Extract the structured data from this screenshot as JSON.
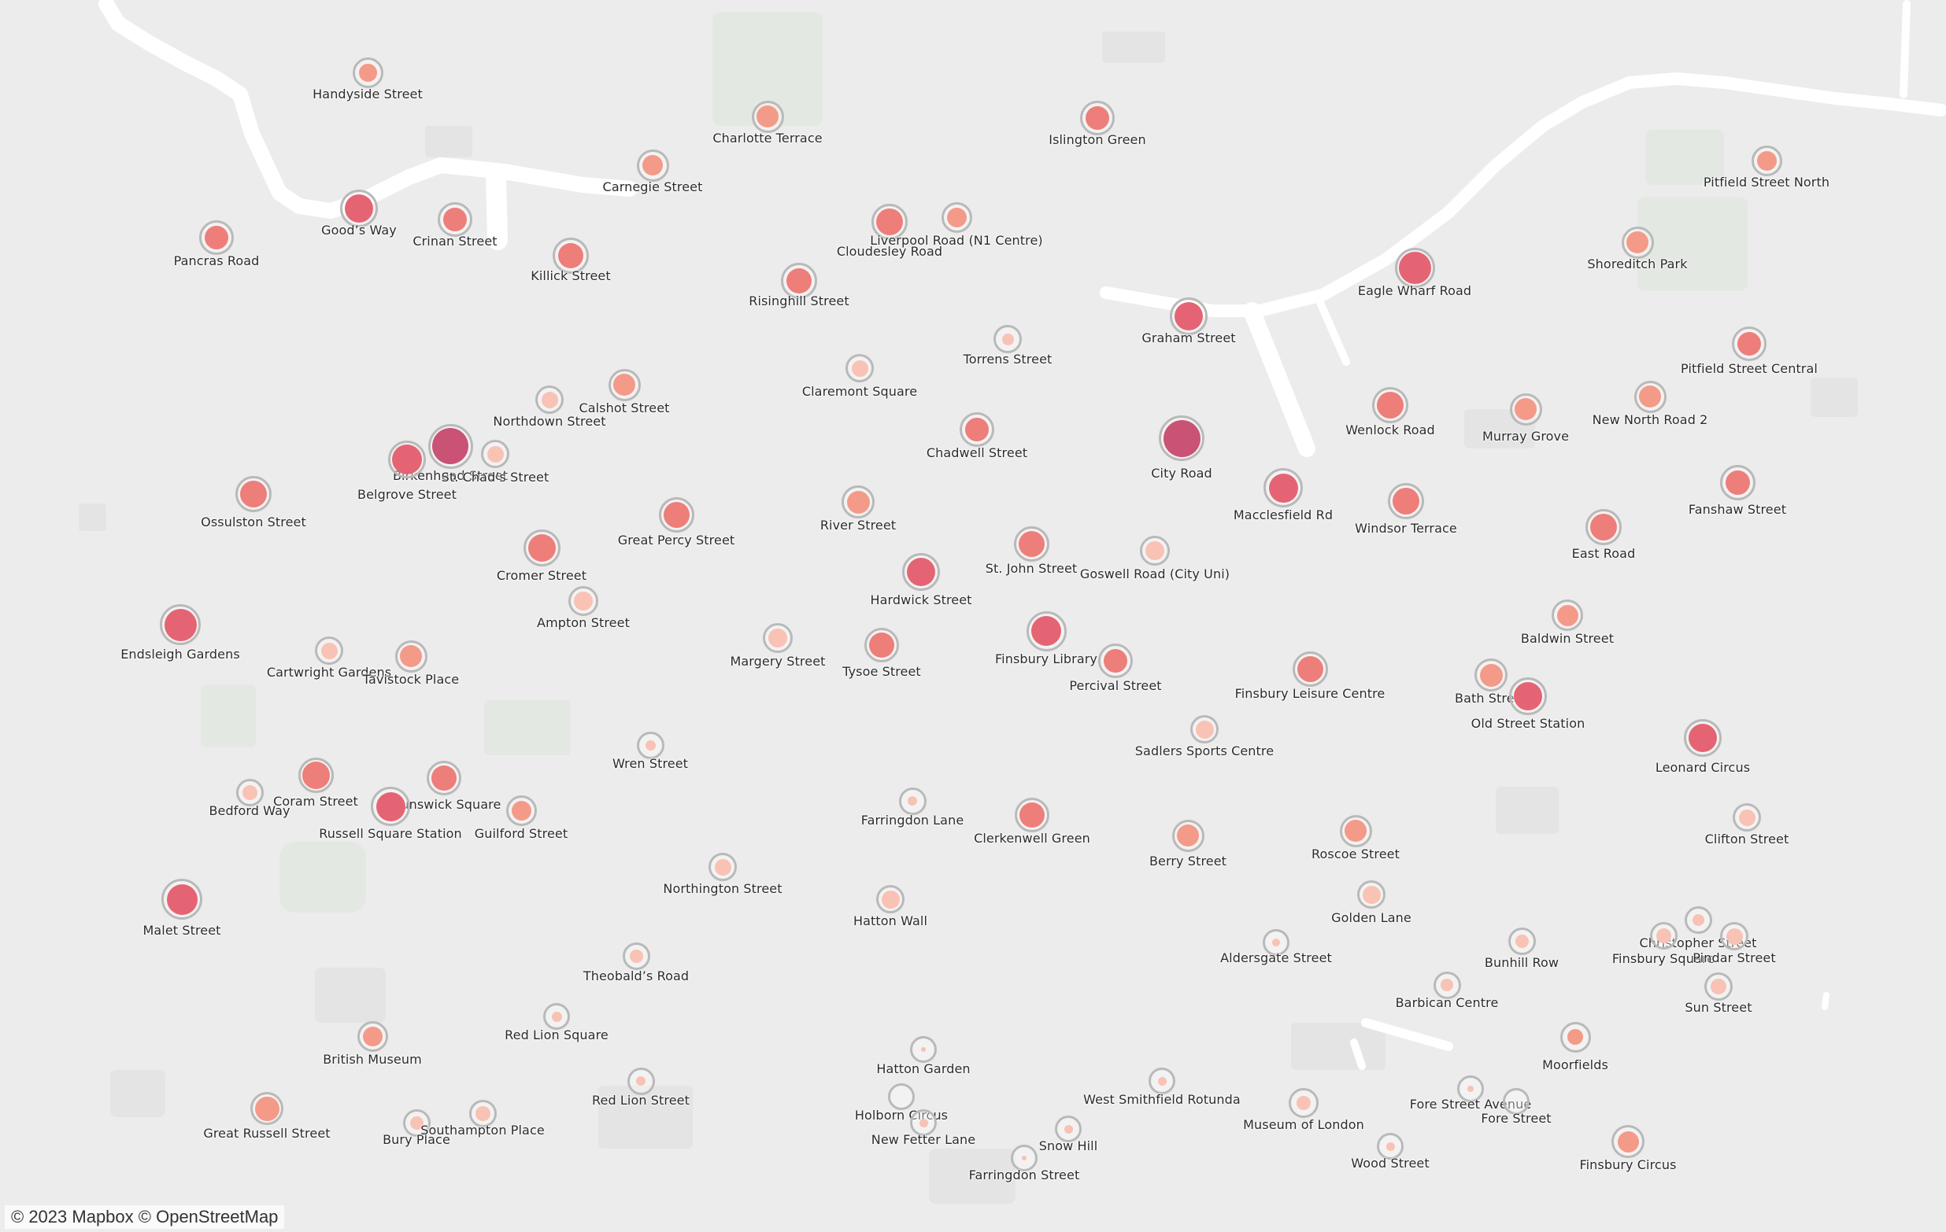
{
  "map": {
    "attribution": {
      "mapbox": "© 2023 Mapbox",
      "osm": "© OpenStreetMap"
    },
    "colors": {
      "background": "#ececec",
      "canal": "#ffffff",
      "park": "#e3e7e2",
      "ring": "#b9b9b9",
      "fill_scale": [
        "#f8c2b4",
        "#f49a88",
        "#ed7e7a",
        "#e56474",
        "#c95275"
      ]
    },
    "stations": [
      {
        "name": "Handyside Street",
        "level": 0.2,
        "fill": 0.7
      },
      {
        "name": "Charlotte Terrace",
        "level": 0.3,
        "fill": 0.8
      },
      {
        "name": "Islington Green",
        "level": 0.4,
        "fill": 0.8
      },
      {
        "name": "Carnegie Street",
        "level": 0.3,
        "fill": 0.75
      },
      {
        "name": "Pitfield Street North",
        "level": 0.2,
        "fill": 0.75
      },
      {
        "name": "Good’s Way",
        "level": 0.6,
        "fill": 0.85
      },
      {
        "name": "Crinan Street",
        "level": 0.4,
        "fill": 0.8
      },
      {
        "name": "Pancras Road",
        "level": 0.4,
        "fill": 0.8
      },
      {
        "name": "Cloudesley Road",
        "level": 0.5,
        "fill": 0.85
      },
      {
        "name": "Liverpool Road (N1 Centre)",
        "level": 0.2,
        "fill": 0.75
      },
      {
        "name": "Killick Street",
        "level": 0.5,
        "fill": 0.8
      },
      {
        "name": "Shoreditch Park",
        "level": 0.3,
        "fill": 0.8
      },
      {
        "name": "Eagle Wharf Road",
        "level": 0.7,
        "fill": 0.9
      },
      {
        "name": "Risinghill Street",
        "level": 0.5,
        "fill": 0.8
      },
      {
        "name": "Graham Street",
        "level": 0.6,
        "fill": 0.85
      },
      {
        "name": "Torrens Street",
        "level": 0.1,
        "fill": 0.5
      },
      {
        "name": "Pitfield Street Central",
        "level": 0.4,
        "fill": 0.8
      },
      {
        "name": "Claremont Square",
        "level": 0.1,
        "fill": 0.7
      },
      {
        "name": "Calshot Street",
        "level": 0.3,
        "fill": 0.8
      },
      {
        "name": "Northdown Street",
        "level": 0.1,
        "fill": 0.7
      },
      {
        "name": "New North Road 2",
        "level": 0.3,
        "fill": 0.8
      },
      {
        "name": "Murray Grove",
        "level": 0.3,
        "fill": 0.8
      },
      {
        "name": "Wenlock Road",
        "level": 0.5,
        "fill": 0.85
      },
      {
        "name": "Chadwell Street",
        "level": 0.4,
        "fill": 0.8
      },
      {
        "name": "City Road",
        "level": 1.0,
        "fill": 0.9
      },
      {
        "name": "Birkenhead Street",
        "level": 0.95,
        "fill": 0.9
      },
      {
        "name": "St. Chad’s Street",
        "level": 0.1,
        "fill": 0.7
      },
      {
        "name": "Belgrove Street",
        "level": 0.6,
        "fill": 0.9
      },
      {
        "name": "Fanshaw Street",
        "level": 0.45,
        "fill": 0.8
      },
      {
        "name": "Ossulston Street",
        "level": 0.5,
        "fill": 0.85
      },
      {
        "name": "Macclesfield Rd",
        "level": 0.65,
        "fill": 0.85
      },
      {
        "name": "River Street",
        "level": 0.35,
        "fill": 0.8
      },
      {
        "name": "Great Percy Street",
        "level": 0.45,
        "fill": 0.85
      },
      {
        "name": "Windsor Terrace",
        "level": 0.5,
        "fill": 0.85
      },
      {
        "name": "East Road",
        "level": 0.5,
        "fill": 0.85
      },
      {
        "name": "Cromer Street",
        "level": 0.55,
        "fill": 0.85
      },
      {
        "name": "St. John Street",
        "level": 0.45,
        "fill": 0.85
      },
      {
        "name": "Goswell Road (City Uni)",
        "level": 0.15,
        "fill": 0.75
      },
      {
        "name": "Hardwick Street",
        "level": 0.6,
        "fill": 0.85
      },
      {
        "name": "Ampton Street",
        "level": 0.15,
        "fill": 0.75
      },
      {
        "name": "Endsleigh Gardens",
        "level": 0.75,
        "fill": 0.9
      },
      {
        "name": "Baldwin Street",
        "level": 0.25,
        "fill": 0.8
      },
      {
        "name": "Finsbury Library",
        "level": 0.7,
        "fill": 0.85
      },
      {
        "name": "Cartwright Gardens",
        "level": 0.1,
        "fill": 0.7
      },
      {
        "name": "Margery Street",
        "level": 0.15,
        "fill": 0.75
      },
      {
        "name": "Tysoe Street",
        "level": 0.4,
        "fill": 0.85
      },
      {
        "name": "Tavistock Place",
        "level": 0.3,
        "fill": 0.8
      },
      {
        "name": "Percival Street",
        "level": 0.4,
        "fill": 0.8
      },
      {
        "name": "Finsbury Leisure Centre",
        "level": 0.45,
        "fill": 0.85
      },
      {
        "name": "Bath Street",
        "level": 0.35,
        "fill": 0.8
      },
      {
        "name": "Old Street Station",
        "level": 0.6,
        "fill": 0.85
      },
      {
        "name": "Leonard Circus",
        "level": 0.6,
        "fill": 0.85
      },
      {
        "name": "Sadlers Sports Centre",
        "level": 0.1,
        "fill": 0.75
      },
      {
        "name": "Wren Street",
        "level": 0.05,
        "fill": 0.45
      },
      {
        "name": "Coram Street",
        "level": 0.45,
        "fill": 0.9
      },
      {
        "name": "Brunswick Square",
        "level": 0.4,
        "fill": 0.85
      },
      {
        "name": "Bedford Way",
        "level": 0.05,
        "fill": 0.65
      },
      {
        "name": "Russell Square Station",
        "level": 0.65,
        "fill": 0.85
      },
      {
        "name": "Guilford Street",
        "level": 0.2,
        "fill": 0.75
      },
      {
        "name": "Farringdon Lane",
        "level": 0.05,
        "fill": 0.4
      },
      {
        "name": "Clerkenwell Green",
        "level": 0.4,
        "fill": 0.85
      },
      {
        "name": "Berry Street",
        "level": 0.3,
        "fill": 0.8
      },
      {
        "name": "Roscoe Street",
        "level": 0.3,
        "fill": 0.8
      },
      {
        "name": "Clifton Street",
        "level": 0.1,
        "fill": 0.7
      },
      {
        "name": "Northington Street",
        "level": 0.1,
        "fill": 0.7
      },
      {
        "name": "Malet Street",
        "level": 0.75,
        "fill": 0.85
      },
      {
        "name": "Hatton Wall",
        "level": 0.1,
        "fill": 0.75
      },
      {
        "name": "Golden Lane",
        "level": 0.1,
        "fill": 0.75
      },
      {
        "name": "Christopher Street",
        "level": 0.05,
        "fill": 0.5
      },
      {
        "name": "Aldersgate Street",
        "level": 0.0,
        "fill": 0.35
      },
      {
        "name": "Theobald’s Road",
        "level": 0.05,
        "fill": 0.6
      },
      {
        "name": "Bunhill Row",
        "level": 0.05,
        "fill": 0.6
      },
      {
        "name": "Finsbury Square",
        "level": 0.05,
        "fill": 0.65
      },
      {
        "name": "Pindar Street",
        "level": 0.1,
        "fill": 0.7
      },
      {
        "name": "Barbican Centre",
        "level": 0.05,
        "fill": 0.55
      },
      {
        "name": "Sun Street",
        "level": 0.1,
        "fill": 0.65
      },
      {
        "name": "Red Lion Square",
        "level": 0.0,
        "fill": 0.45
      },
      {
        "name": "British Museum",
        "level": 0.2,
        "fill": 0.75
      },
      {
        "name": "Moorfields",
        "level": 0.2,
        "fill": 0.6
      },
      {
        "name": "Hatton Garden",
        "level": 0.0,
        "fill": 0.2
      },
      {
        "name": "Red Lion Street",
        "level": 0.05,
        "fill": 0.4
      },
      {
        "name": "West Smithfield Rotunda",
        "level": 0.0,
        "fill": 0.4
      },
      {
        "name": "Holborn Circus",
        "level": 0.0,
        "fill": 0.05
      },
      {
        "name": "Museum of London",
        "level": 0.15,
        "fill": 0.55
      },
      {
        "name": "Fore Street Avenue",
        "level": 0.0,
        "fill": 0.3
      },
      {
        "name": "Fore Street",
        "level": 0.0,
        "fill": 0.0
      },
      {
        "name": "Great Russell Street",
        "level": 0.35,
        "fill": 0.85
      },
      {
        "name": "Bury Place",
        "level": 0.05,
        "fill": 0.6
      },
      {
        "name": "Southampton Place",
        "level": 0.05,
        "fill": 0.65
      },
      {
        "name": "New Fetter Lane",
        "level": 0.0,
        "fill": 0.4
      },
      {
        "name": "Snow Hill",
        "level": 0.0,
        "fill": 0.4
      },
      {
        "name": "Finsbury Circus",
        "level": 0.35,
        "fill": 0.75
      },
      {
        "name": "Wood Street",
        "level": 0.0,
        "fill": 0.4
      },
      {
        "name": "Farringdon Street",
        "level": 0.0,
        "fill": 0.2
      }
    ]
  }
}
